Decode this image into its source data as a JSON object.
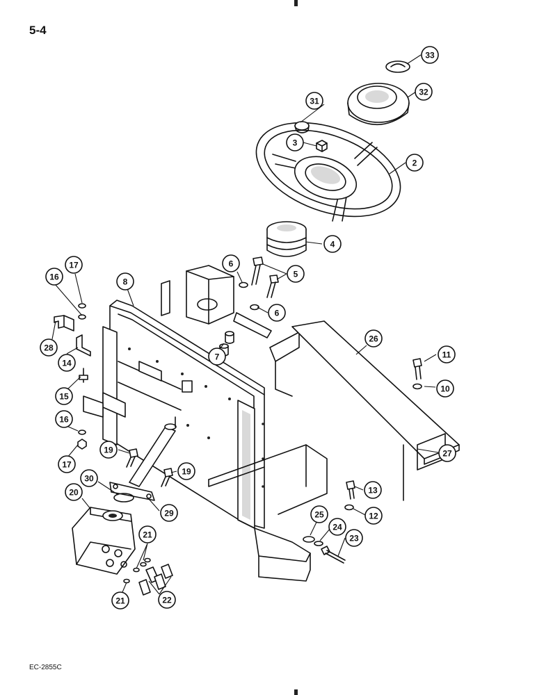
{
  "page_label": "5-4",
  "doc_code": "EC-2855C",
  "callouts": [
    {
      "id": "33"
    },
    {
      "id": "32"
    },
    {
      "id": "31"
    },
    {
      "id": "3"
    },
    {
      "id": "2"
    },
    {
      "id": "4"
    },
    {
      "id": "6"
    },
    {
      "id": "5"
    },
    {
      "id": "6"
    },
    {
      "id": "8"
    },
    {
      "id": "17"
    },
    {
      "id": "16"
    },
    {
      "id": "28"
    },
    {
      "id": "14"
    },
    {
      "id": "15"
    },
    {
      "id": "7"
    },
    {
      "id": "26"
    },
    {
      "id": "11"
    },
    {
      "id": "10"
    },
    {
      "id": "16"
    },
    {
      "id": "17"
    },
    {
      "id": "19"
    },
    {
      "id": "19"
    },
    {
      "id": "27"
    },
    {
      "id": "30"
    },
    {
      "id": "20"
    },
    {
      "id": "29"
    },
    {
      "id": "13"
    },
    {
      "id": "12"
    },
    {
      "id": "25"
    },
    {
      "id": "24"
    },
    {
      "id": "23"
    },
    {
      "id": "21"
    },
    {
      "id": "21"
    },
    {
      "id": "22"
    }
  ]
}
